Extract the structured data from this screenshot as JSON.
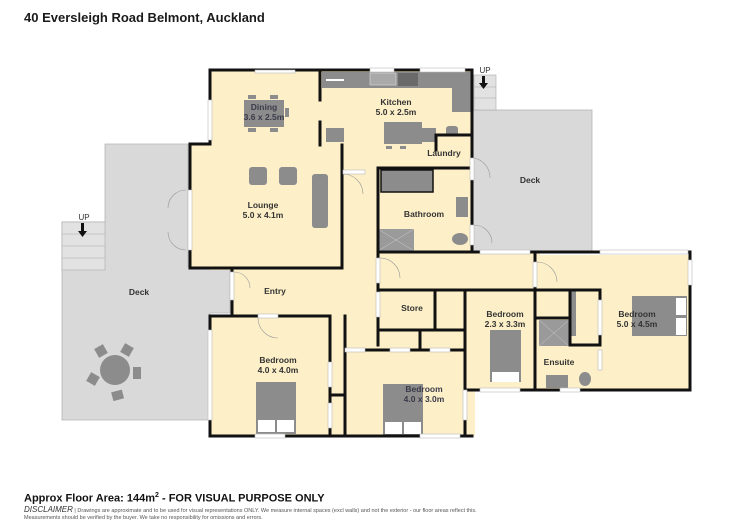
{
  "header": {
    "title": "40 Eversleigh Road Belmont, Auckland"
  },
  "colors": {
    "room_fill": "#fdf0c8",
    "deck_fill": "#d9d9d9",
    "wall": "#111111",
    "furniture": "#8c8c8c",
    "stairs_fill": "#e6e6e6",
    "text": "#333333"
  },
  "rooms": [
    {
      "name": "Dining",
      "dims": "3.6 x 2.5m"
    },
    {
      "name": "Kitchen",
      "dims": "5.0 x 2.5m"
    },
    {
      "name": "Laundry",
      "dims": ""
    },
    {
      "name": "Lounge",
      "dims": "5.0 x 4.1m"
    },
    {
      "name": "Bathroom",
      "dims": ""
    },
    {
      "name": "Entry",
      "dims": ""
    },
    {
      "name": "Store",
      "dims": ""
    },
    {
      "name": "Bedroom",
      "dims": "4.0 x 4.0m"
    },
    {
      "name": "Bedroom",
      "dims": "4.0 x 3.0m"
    },
    {
      "name": "Bedroom",
      "dims": "2.3 x 3.3m"
    },
    {
      "name": "Ensuite",
      "dims": ""
    },
    {
      "name": "Bedroom",
      "dims": "5.0 x 4.5m"
    },
    {
      "name": "Deck",
      "dims": ""
    },
    {
      "name": "Deck",
      "dims": ""
    }
  ],
  "stairs": [
    {
      "label": "UP"
    },
    {
      "label": "UP"
    }
  ],
  "footer": {
    "area_prefix": "Approx Floor Area: 144m",
    "area_sup": "2",
    "area_suffix": " - FOR VISUAL PURPOSE ONLY",
    "disclaimer_heading": "DISCLAIMER",
    "disclaimer_line1": " | Drawings are approximate and to be used for visual representations ONLY. We measure internal spaces (excl walls) and not the exterior - our floor areas reflect this.",
    "disclaimer_line2": "Measurements should be verified by the buyer. We take no responsibility for omissions and errors."
  }
}
